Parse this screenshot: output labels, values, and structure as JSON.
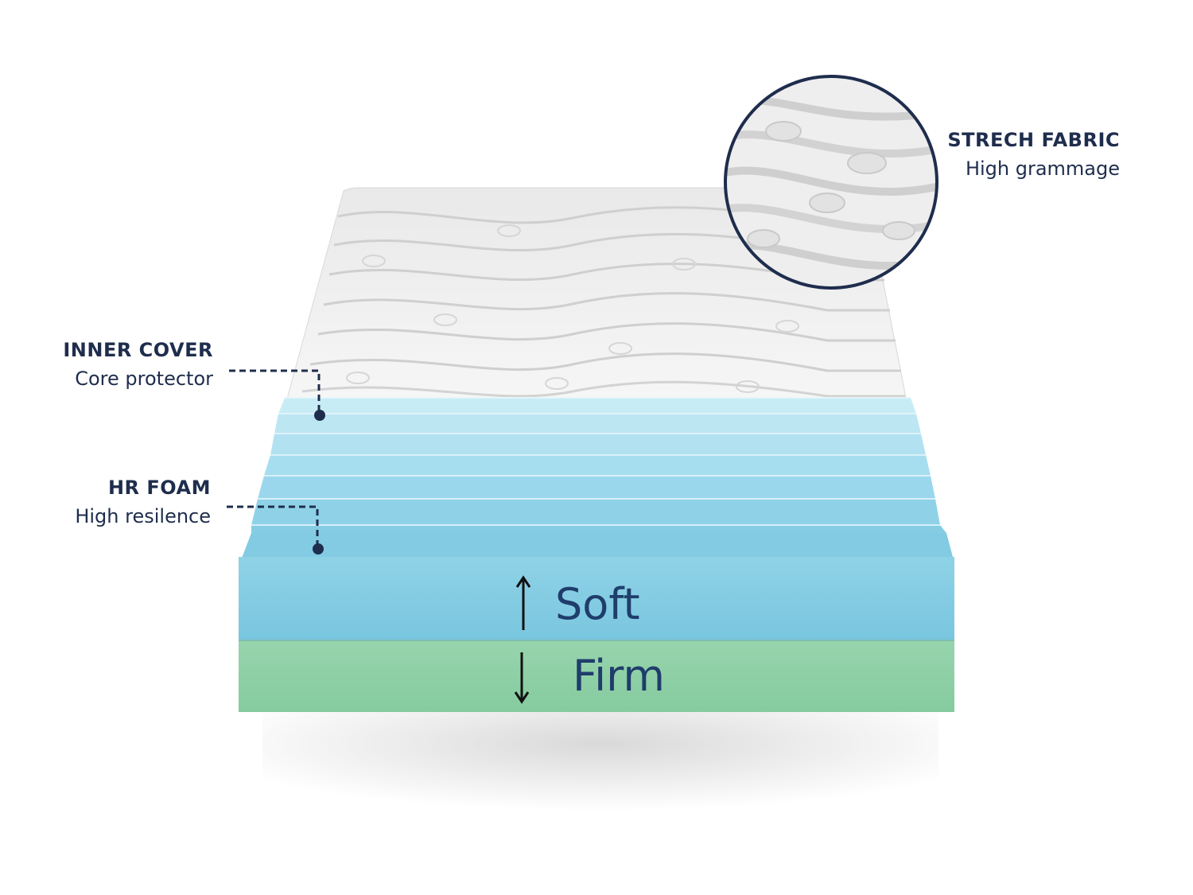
{
  "labels": {
    "stretch_fabric": {
      "title": "STRECH FABRIC",
      "subtitle": "High grammage"
    },
    "inner_cover": {
      "title": "INNER COVER",
      "subtitle": "Core protector"
    },
    "hr_foam": {
      "title": "HR FOAM",
      "subtitle": "High resilence"
    }
  },
  "levels": {
    "soft": "Soft",
    "firm": "Firm"
  },
  "colors": {
    "navy": "#1f2d4d",
    "foam_blue": "#86cde3",
    "foam_green": "#8fd0aa",
    "fabric": "#efefef"
  },
  "icons": {
    "up_arrow": "arrow-up-icon",
    "down_arrow": "arrow-down-icon",
    "leader_dot": "leader-dot-icon"
  }
}
